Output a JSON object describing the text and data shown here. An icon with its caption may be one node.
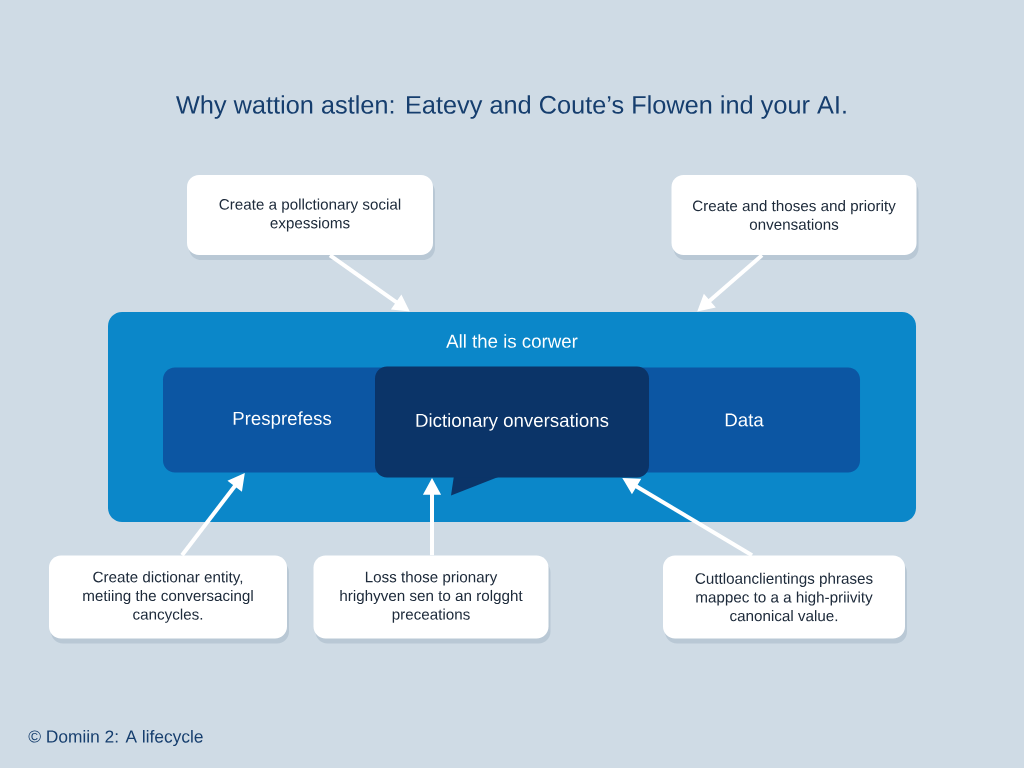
{
  "diagram": {
    "title": "Why wattion astlen: Eatevy and Coute’s Flowen ind your AI.",
    "nodes": [
      {
        "text": [
          "Create a pollctionary social expessioms"
        ]
      },
      {
        "text": [
          "Create and thoses and priority onvensations"
        ]
      },
      {
        "text": [
          "All the is corwer"
        ]
      },
      {
        "text": [
          "Presprefess"
        ],
        "in": 2
      },
      {
        "text": [
          "Dictionary onversations"
        ],
        "in": 2
      },
      {
        "text": [
          "Data"
        ],
        "in": 2
      },
      {
        "text": [
          "Create dictionar entity, metiing the conversacingl cancycles."
        ]
      },
      {
        "text": [
          "Loss those prionary hrighyven sen to an rolgght preceations"
        ]
      },
      {
        "text": [
          "Cuttloanclientings phrases mappec to a a high-priivity canonical value."
        ]
      }
    ],
    "edges": [
      {
        "from": 0,
        "to": 2,
        "arrow": "to"
      },
      {
        "from": 1,
        "to": 2,
        "arrow": "to"
      },
      {
        "from": 6,
        "to": 3,
        "arrow": "to"
      },
      {
        "from": 7,
        "to": 4,
        "arrow": "to"
      },
      {
        "from": 8,
        "to": 4,
        "arrow": "to"
      }
    ],
    "labels": [
      "© Domiin 2: A lifecycle"
    ]
  }
}
